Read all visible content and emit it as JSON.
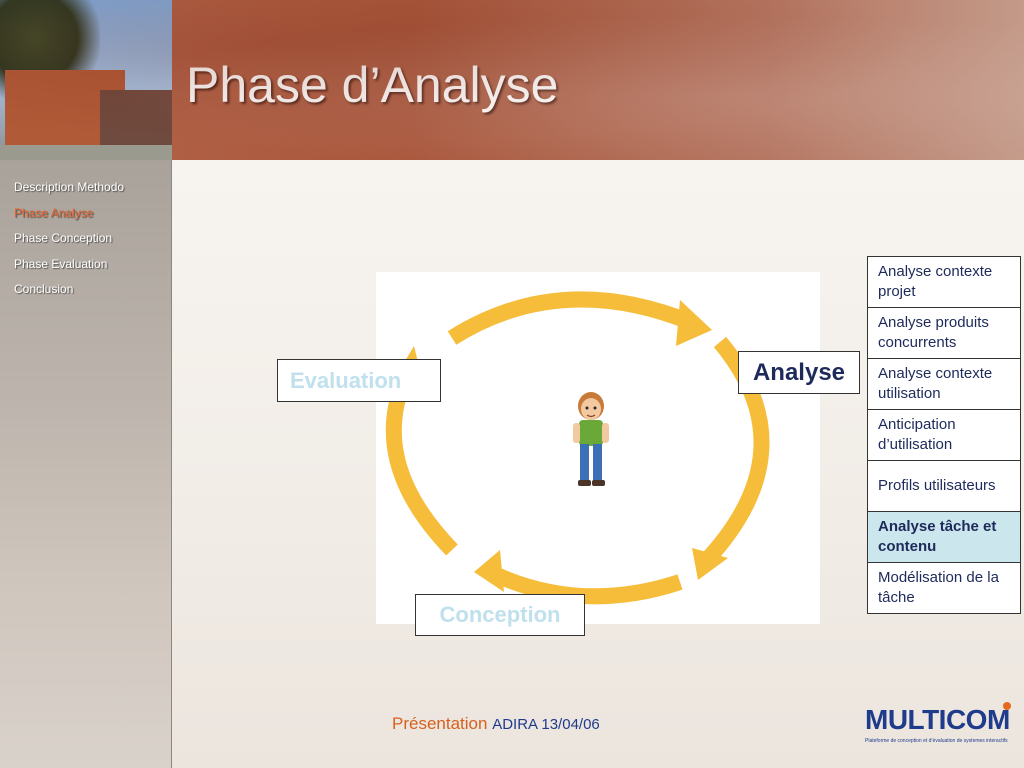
{
  "slide": {
    "title": "Phase d’Analyse"
  },
  "sidebar": {
    "items": [
      {
        "label": "Description Methodo",
        "active": false
      },
      {
        "label": "Phase Analyse",
        "active": true
      },
      {
        "label": "Phase Conception",
        "active": false
      },
      {
        "label": "Phase Evaluation",
        "active": false
      },
      {
        "label": "Conclusion",
        "active": false
      }
    ],
    "active_color": "#e8632c"
  },
  "diagram": {
    "labels": {
      "evaluation": "Evaluation",
      "analyse": "Analyse",
      "conception": "Conception"
    },
    "arrow_color": "#f6bd3a"
  },
  "steps": [
    {
      "label": "Analyse contexte projet",
      "highlighted": false
    },
    {
      "label": "Analyse produits concurrents",
      "highlighted": false
    },
    {
      "label": "Analyse contexte utilisation",
      "highlighted": false
    },
    {
      "label": "Anticipation d’utilisation",
      "highlighted": false
    },
    {
      "label": "Profils utilisateurs",
      "highlighted": false
    },
    {
      "label": "Analyse tâche et contenu",
      "highlighted": true
    },
    {
      "label": "Modélisation de la tâche",
      "highlighted": false
    }
  ],
  "footer": {
    "text": "Présentation",
    "small": "ADIRA 13/04/06"
  },
  "logo": {
    "name": "MULTICOM",
    "tagline": "Plateforme de conception et d’évaluation de systemes interactifs"
  }
}
